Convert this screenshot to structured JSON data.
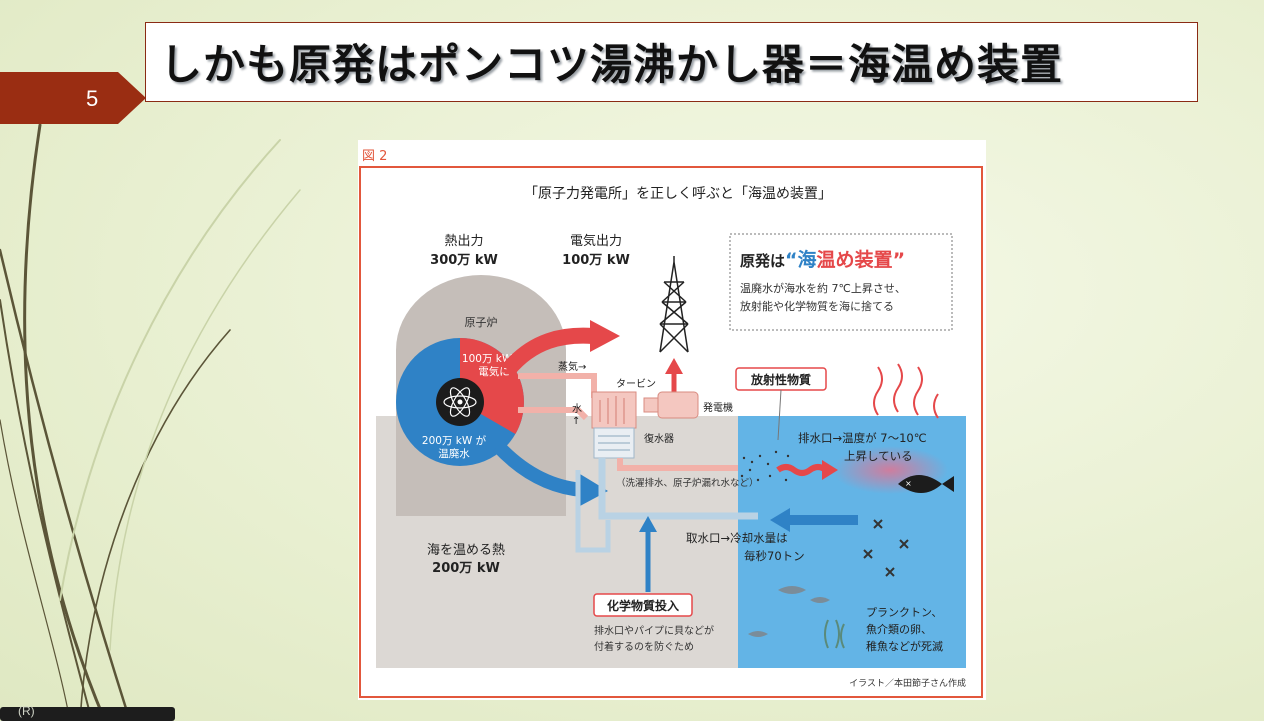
{
  "slide": {
    "page_number": "5",
    "title": "しかも原発はポンコツ湯沸かし器＝海温め装置",
    "watermark": "(R)"
  },
  "colors": {
    "accent_dark_red": "#9a2d12",
    "figure_border": "#e2573c",
    "hot_red": "#e5484a",
    "cold_blue": "#2f82c6",
    "sea_blue": "#63b4e6",
    "ground_gray": "#dcd8d4"
  },
  "figure": {
    "label": "図 2",
    "title": "「原子力発電所」を正しく呼ぶと「海温め装置」",
    "thermal_output": {
      "label": "熱出力",
      "value": "300万 kW"
    },
    "electric_output": {
      "label": "電気出力",
      "value": "100万 kW"
    },
    "callout": {
      "prefix": "原発は",
      "q_open": "“",
      "q_close": "”",
      "highlight_chars": [
        "海",
        "温",
        "め",
        "装",
        "置"
      ],
      "line1": "温廃水が海水を約 7℃上昇させ、",
      "line2": "放射能や化学物質を海に捨てる"
    },
    "reactor_label": "原子炉",
    "to_electricity": {
      "line1": "100万 kW が",
      "line2": "電気に"
    },
    "to_waste_water": {
      "line1": "200万 kW が",
      "line2": "温廃水"
    },
    "steam_label": "蒸気→",
    "turbine_label": "タービン",
    "generator_label": "発電機",
    "water_label": "水",
    "water_arrow": "↑",
    "condenser_label": "復水器",
    "wash_note": "（洗濯排水、原子炉漏れ水など）",
    "radioactive_label": "放射性物質",
    "outlet": {
      "line1": "排水口→温度が 7～10℃",
      "line2": "上昇している"
    },
    "intake": {
      "line1": "取水口→冷却水量は",
      "line2": "毎秒70トン"
    },
    "sea_heat": {
      "line1": "海を温める熱",
      "line2": "200万 kW"
    },
    "chemical_label": "化学物質投入",
    "chemical_note": {
      "line1": "排水口やパイプに貝などが",
      "line2": "付着するのを防ぐため"
    },
    "damage": {
      "line1": "プランクトン、",
      "line2": "魚介類の卵、",
      "line3": "稚魚などが死滅"
    },
    "credit": "イラスト／本田節子さん作成"
  }
}
